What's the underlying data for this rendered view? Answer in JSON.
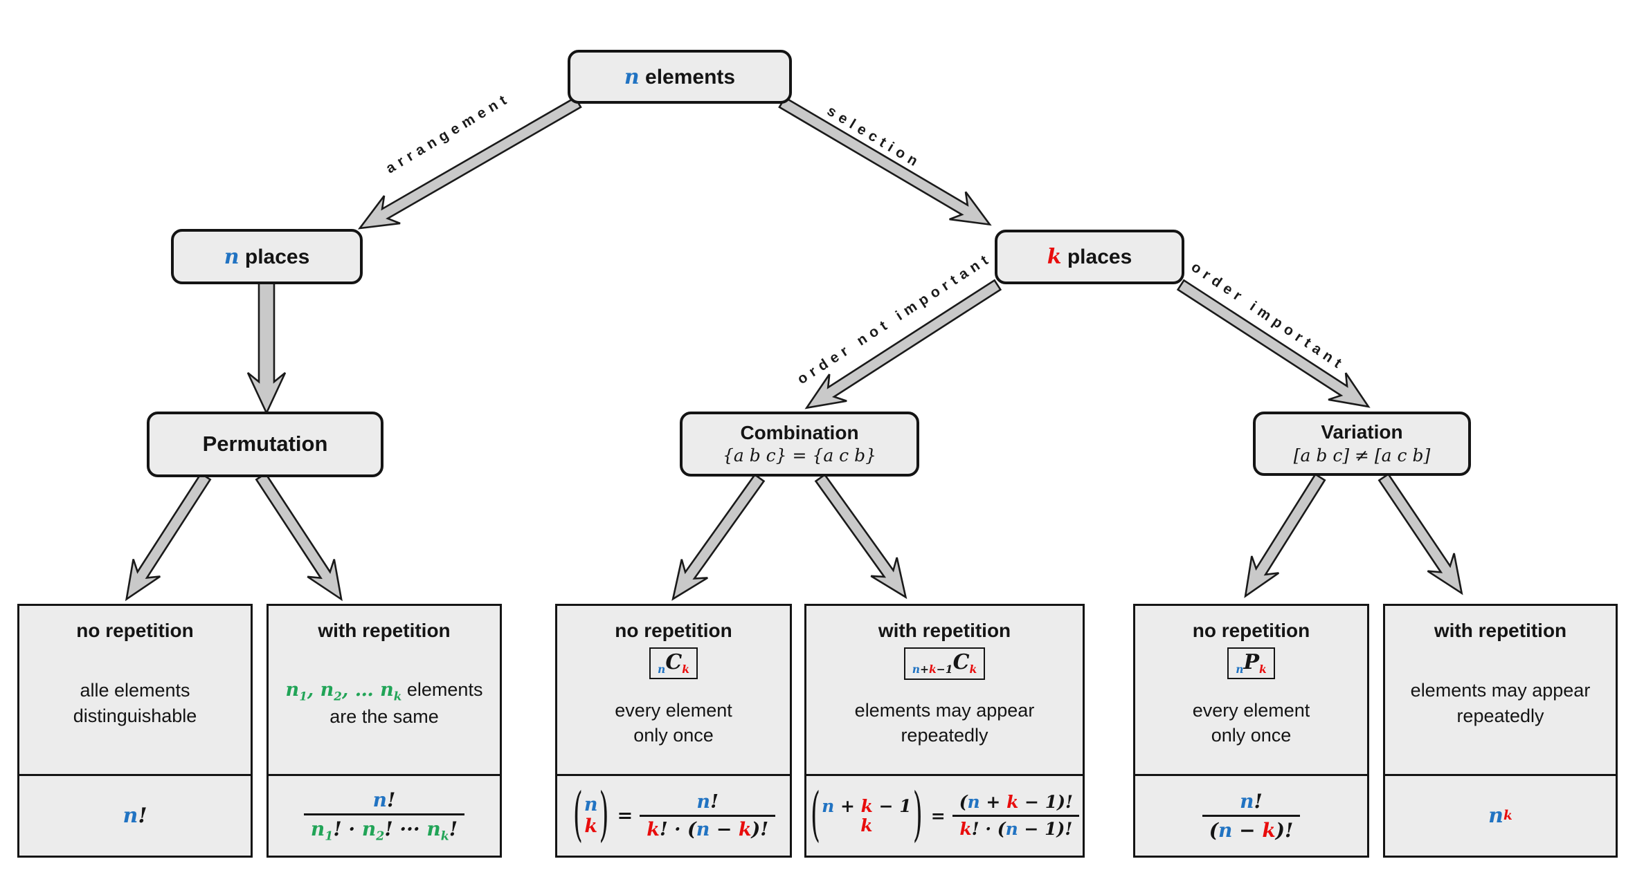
{
  "colors": {
    "variable_n_blue": "#2173c2",
    "variable_k_red": "#e80c0c",
    "variable_ni_green": "#21a457",
    "box_fill": "#ececec",
    "arrow_fill": "#c9c9c9",
    "line": "#141414"
  },
  "root": {
    "variable": "n",
    "label": "elements"
  },
  "edges": {
    "arrangement": "arrangement",
    "selection": "selection",
    "order_not_important": "order not important",
    "order_important": "order important"
  },
  "level2": {
    "n_places": {
      "variable": "n",
      "label": "places"
    },
    "k_places": {
      "variable": "k",
      "label": "places"
    }
  },
  "level3": {
    "permutation": {
      "title": "Permutation"
    },
    "combination": {
      "title": "Combination",
      "subtitle": "{a b c} = {a c b}"
    },
    "variation": {
      "title": "Variation",
      "subtitle": "[a b c] ≠ [a c b]"
    }
  },
  "leaves": [
    {
      "title": "no repetition",
      "desc1": "alle elements",
      "desc2": "distinguishable",
      "f_var": "n",
      "f_bang": "!"
    },
    {
      "title": "with repetition",
      "d": [
        "n",
        "1",
        ", n",
        "2",
        ", … n",
        "k"
      ],
      "d_tail": " elements",
      "desc2": "are the same",
      "num_var": "n",
      "num_bang": "!",
      "den": [
        "n",
        "1",
        "! · ",
        "n",
        "2",
        "! ··· ",
        "n",
        "k",
        "!"
      ]
    },
    {
      "title": "no repetition",
      "badge": {
        "pre": "n",
        "letter": "C",
        "post": "k"
      },
      "desc1": "every element",
      "desc2": "only once",
      "top": "n",
      "bottom": "k",
      "eq": "=",
      "num_var": "n",
      "num_bang": "!",
      "den": [
        "k",
        "! · (",
        "n",
        " − ",
        "k",
        ")!"
      ]
    },
    {
      "title": "with repetition",
      "badge": {
        "s1": "n",
        "s2": "+",
        "s3": "k",
        "s4": "−1",
        "letter": "C",
        "post": "k"
      },
      "desc1": "elements may appear",
      "desc2": "repeatedly",
      "top": [
        "n",
        " + ",
        "k",
        " − 1"
      ],
      "bottom": "k",
      "eq": "=",
      "num": [
        "(",
        "n",
        " + ",
        "k",
        " − 1)!"
      ],
      "den": [
        "k",
        "! · (",
        "n",
        " − 1)!"
      ]
    },
    {
      "title": "no repetition",
      "badge": {
        "pre": "n",
        "letter": "P",
        "post": "k"
      },
      "desc1": "every element",
      "desc2": "only once",
      "num_var": "n",
      "num_bang": "!",
      "den": [
        "(",
        "n",
        " − ",
        "k",
        ")!"
      ]
    },
    {
      "title": "with repetition",
      "desc1": "elements may appear",
      "desc2": "repeatedly",
      "f_base": "n",
      "f_exp": "k"
    }
  ]
}
